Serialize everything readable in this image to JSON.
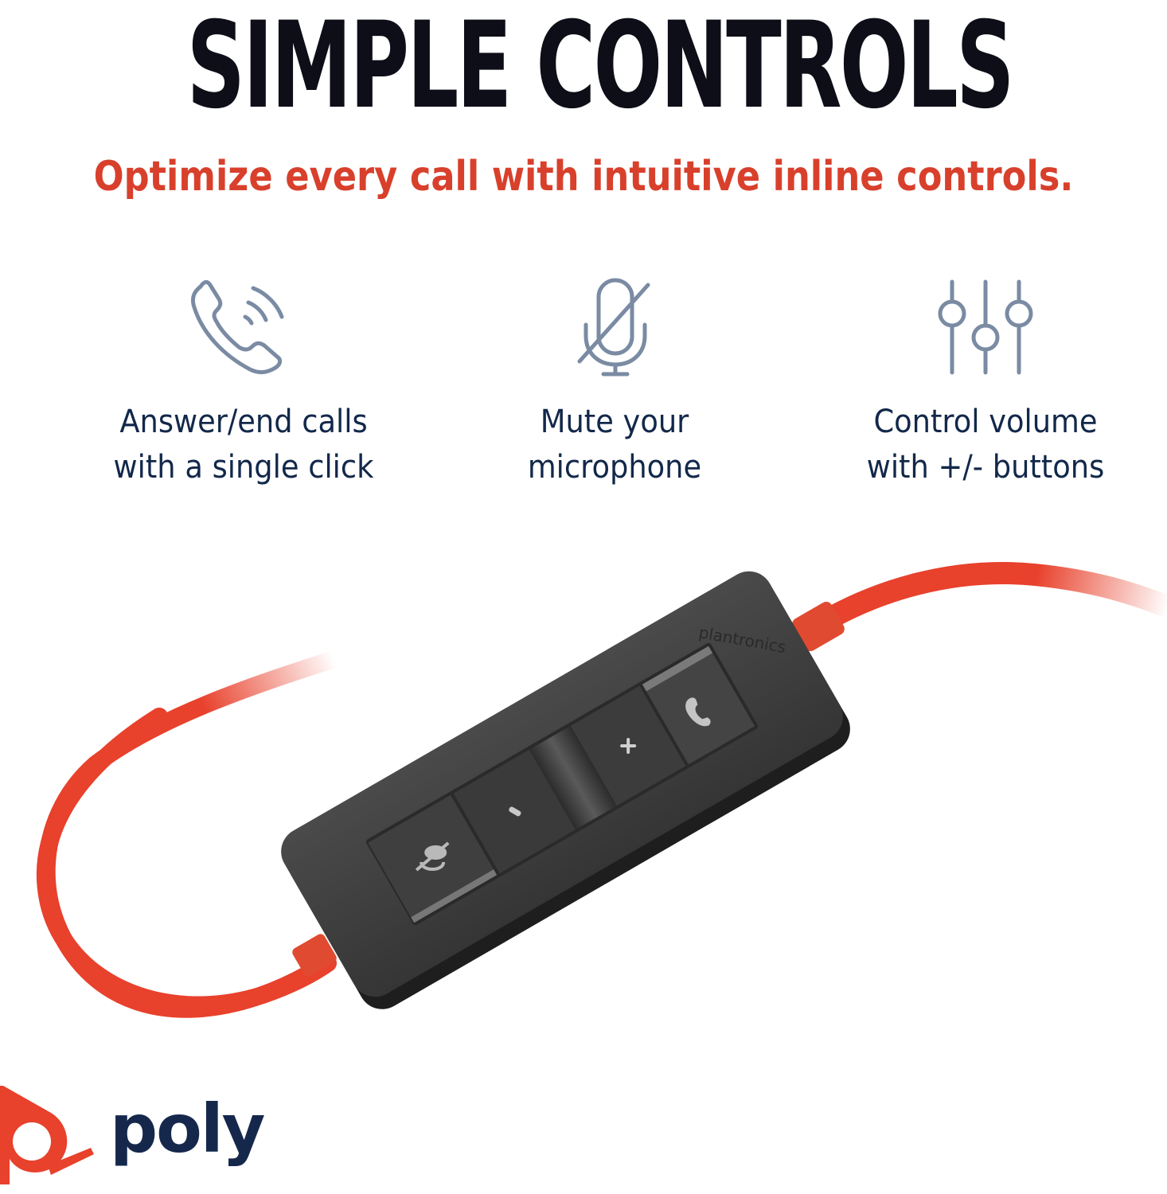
{
  "header": {
    "title": "SIMPLE CONTROLS",
    "subtitle": "Optimize every call with intuitive inline controls."
  },
  "features": [
    {
      "icon": "phone-call-icon",
      "line1": "Answer/end calls",
      "line2": "with a single click"
    },
    {
      "icon": "microphone-mute-icon",
      "line1": "Mute your",
      "line2": "microphone"
    },
    {
      "icon": "sliders-icon",
      "line1": "Control volume",
      "line2": "with +/- buttons"
    }
  ],
  "product": {
    "brand_engraving": "plantronics",
    "buttons": [
      {
        "name": "mute",
        "glyph": "microphone-mute-icon"
      },
      {
        "name": "volume-down",
        "glyph": "−"
      },
      {
        "name": "volume-up",
        "glyph": "+"
      },
      {
        "name": "call",
        "glyph": "phone-icon"
      }
    ]
  },
  "logo": {
    "wordmark": "poly"
  },
  "colors": {
    "title": "#0d0e17",
    "accent": "#d8402c",
    "feature_text": "#12284a",
    "icon_stroke": "#7a8ba3",
    "cable": "#e8412c",
    "remote_body": "#3a3a3a",
    "logo_mark": "#e8412c",
    "logo_word": "#15284c"
  }
}
